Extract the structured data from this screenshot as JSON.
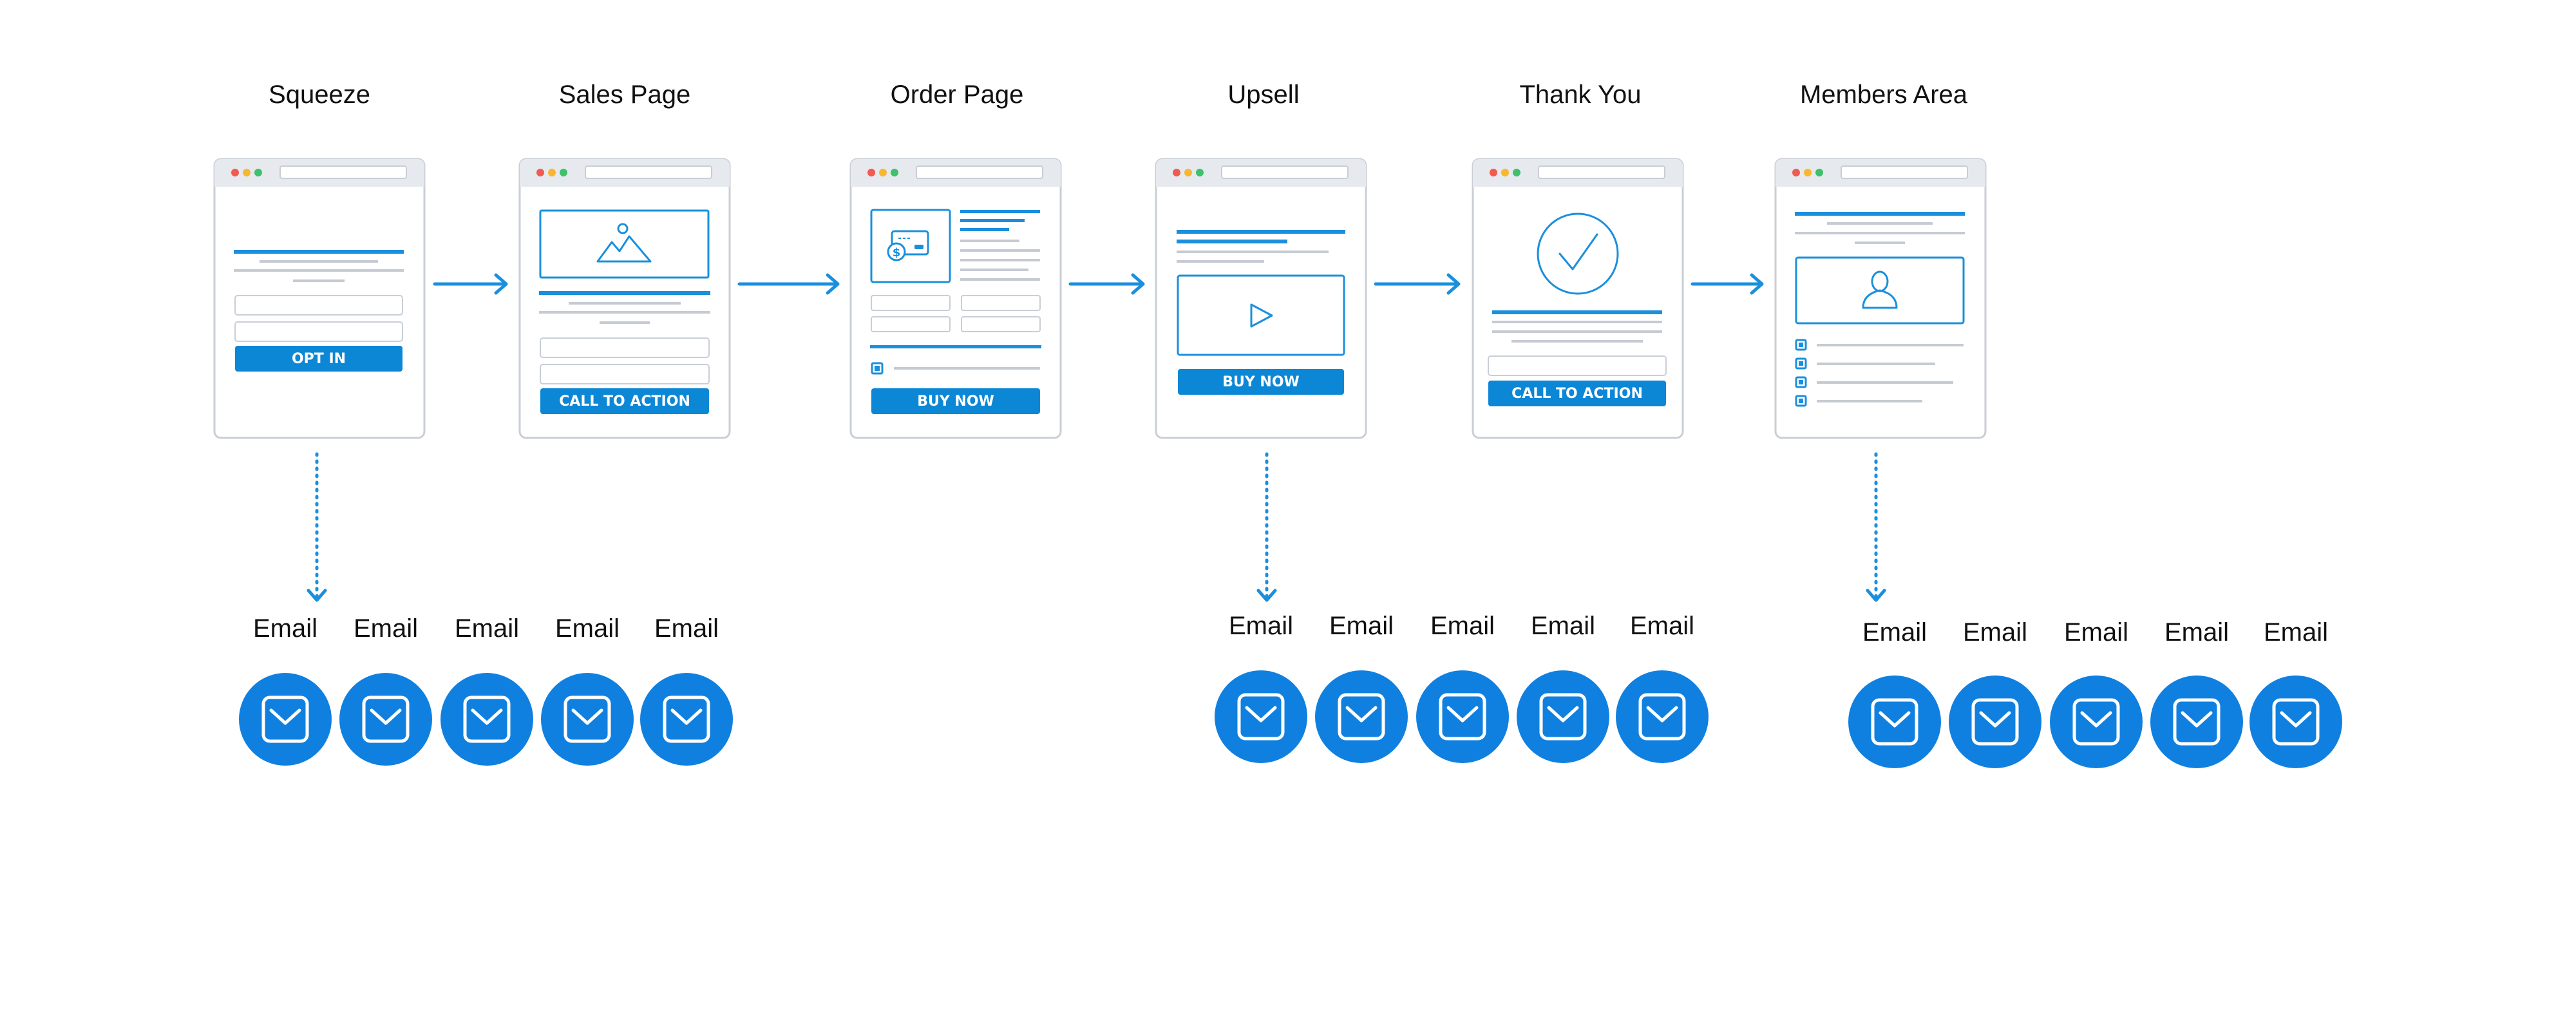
{
  "colors": {
    "accent": "#1a8fdd",
    "button": "#0b87d6",
    "email_circle": "#1080e0",
    "frame": "#c9ced6",
    "chrome": "#e6e9ee",
    "gray_line": "#c6cbd3",
    "dot_red": "#f05a4f",
    "dot_yellow": "#f7b731",
    "dot_green": "#3fc06b"
  },
  "stages": [
    {
      "label": "Squeeze",
      "button": "OPT IN",
      "icon": "none"
    },
    {
      "label": "Sales Page",
      "button": "CALL TO ACTION",
      "icon": "image-icon"
    },
    {
      "label": "Order Page",
      "button": "BUY NOW",
      "icon": "payment-card-icon"
    },
    {
      "label": "Upsell",
      "button": "BUY NOW",
      "icon": "play-icon"
    },
    {
      "label": "Thank You",
      "button": "CALL TO ACTION",
      "icon": "checkmark-icon"
    },
    {
      "label": "Members Area",
      "button": "",
      "icon": "user-icon"
    }
  ],
  "email_groups": [
    {
      "from_stage": "Squeeze",
      "emails": [
        "Email",
        "Email",
        "Email",
        "Email",
        "Email"
      ]
    },
    {
      "from_stage": "Upsell",
      "emails": [
        "Email",
        "Email",
        "Email",
        "Email",
        "Email"
      ]
    },
    {
      "from_stage": "Members Area",
      "emails": [
        "Email",
        "Email",
        "Email",
        "Email",
        "Email"
      ]
    }
  ],
  "icons": {
    "email": "envelope-icon",
    "flow": "arrow-right-icon",
    "drip": "dotted-arrow-down-icon"
  }
}
